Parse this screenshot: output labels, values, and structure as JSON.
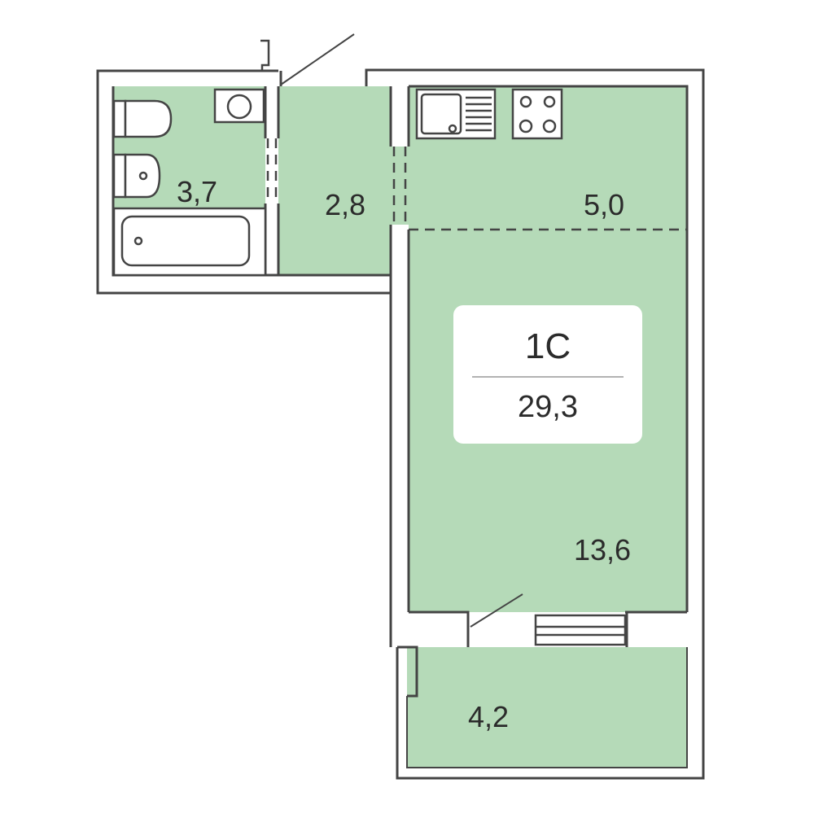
{
  "colors": {
    "room_fill": "#b5dab8",
    "wall_stroke": "#444444",
    "fixture_stroke": "#444444",
    "card_fill": "#ffffff",
    "text": "#2b2b2b"
  },
  "rooms": {
    "bathroom": {
      "area": "3,7"
    },
    "hallway": {
      "area": "2,8"
    },
    "kitchen": {
      "area": "5,0"
    },
    "living": {
      "area": "13,6"
    },
    "balcony": {
      "area": "4,2"
    }
  },
  "summary": {
    "type": "1С",
    "total_area": "29,3"
  },
  "fixtures": [
    "toilet-icon",
    "bidet-icon",
    "bathtub-icon",
    "washing-machine-icon",
    "kitchen-sink-icon",
    "stove-icon",
    "entry-door-icon",
    "balcony-door-icon",
    "window-icon"
  ]
}
